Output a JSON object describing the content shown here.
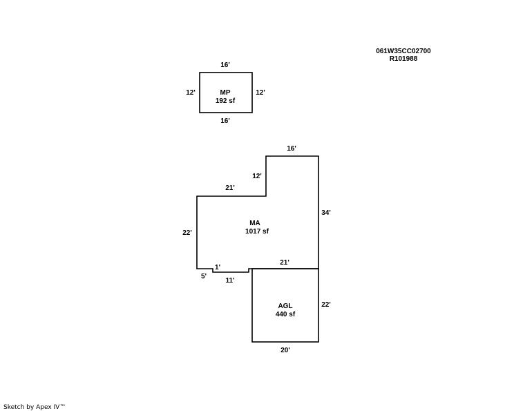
{
  "header": {
    "parcel_id": "061W35CC02700",
    "account": "R101988"
  },
  "rooms": {
    "mp": {
      "name": "MP",
      "area": "192 sf",
      "top": "16'",
      "bottom": "16'",
      "left": "12'",
      "right": "12'"
    },
    "ma": {
      "name": "MA",
      "area": "1017 sf",
      "top": "16'",
      "step": "12'",
      "upper": "21'",
      "right": "34'",
      "left": "22'",
      "jog": "1'",
      "notch": "5'",
      "lower": "11'",
      "shared": "21'"
    },
    "agl": {
      "name": "AGL",
      "area": "440 sf",
      "right": "22'",
      "bottom": "20'"
    }
  },
  "footer": {
    "credit": "Sketch by Apex IV™"
  }
}
